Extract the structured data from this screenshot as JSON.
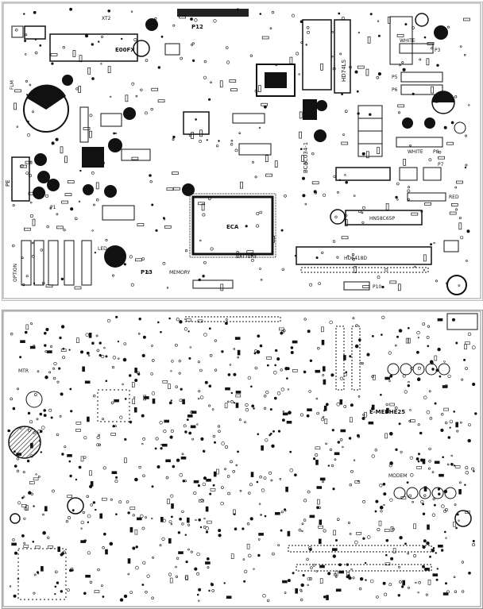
{
  "top_board": {
    "connectors": {
      "p12": "P12",
      "xt2": "XT2",
      "p13": "P13",
      "p3": "P3",
      "p5": "P5",
      "p6": "P6",
      "p7": "P7",
      "p8": "P8",
      "p10": "P10",
      "p1_white": "P1",
      "pe": "PE"
    },
    "chips": {
      "main_mpu": "ECA",
      "eeprom": "HD6418D",
      "vertical_ic": "BC3C034-1",
      "ic_right_vertical": "HD74LS",
      "memory_ic": "HN58C65P",
      "long_ic": "HD6418D",
      "ic_top_long": "E00FX"
    },
    "labels": {
      "white_cable_1": "WHITE",
      "white_cable_2": "WHITE",
      "red_label": "RED",
      "option_label": "OPTION",
      "memory_label": "MEMORY",
      "battery_label": "BATTERY",
      "flm_label": "FLM",
      "led_label": "LED"
    }
  },
  "bottom_board": {
    "labels": {
      "center_label": "E-MEBHE25",
      "left_label": "MTR",
      "right_label": "MODEM"
    }
  }
}
